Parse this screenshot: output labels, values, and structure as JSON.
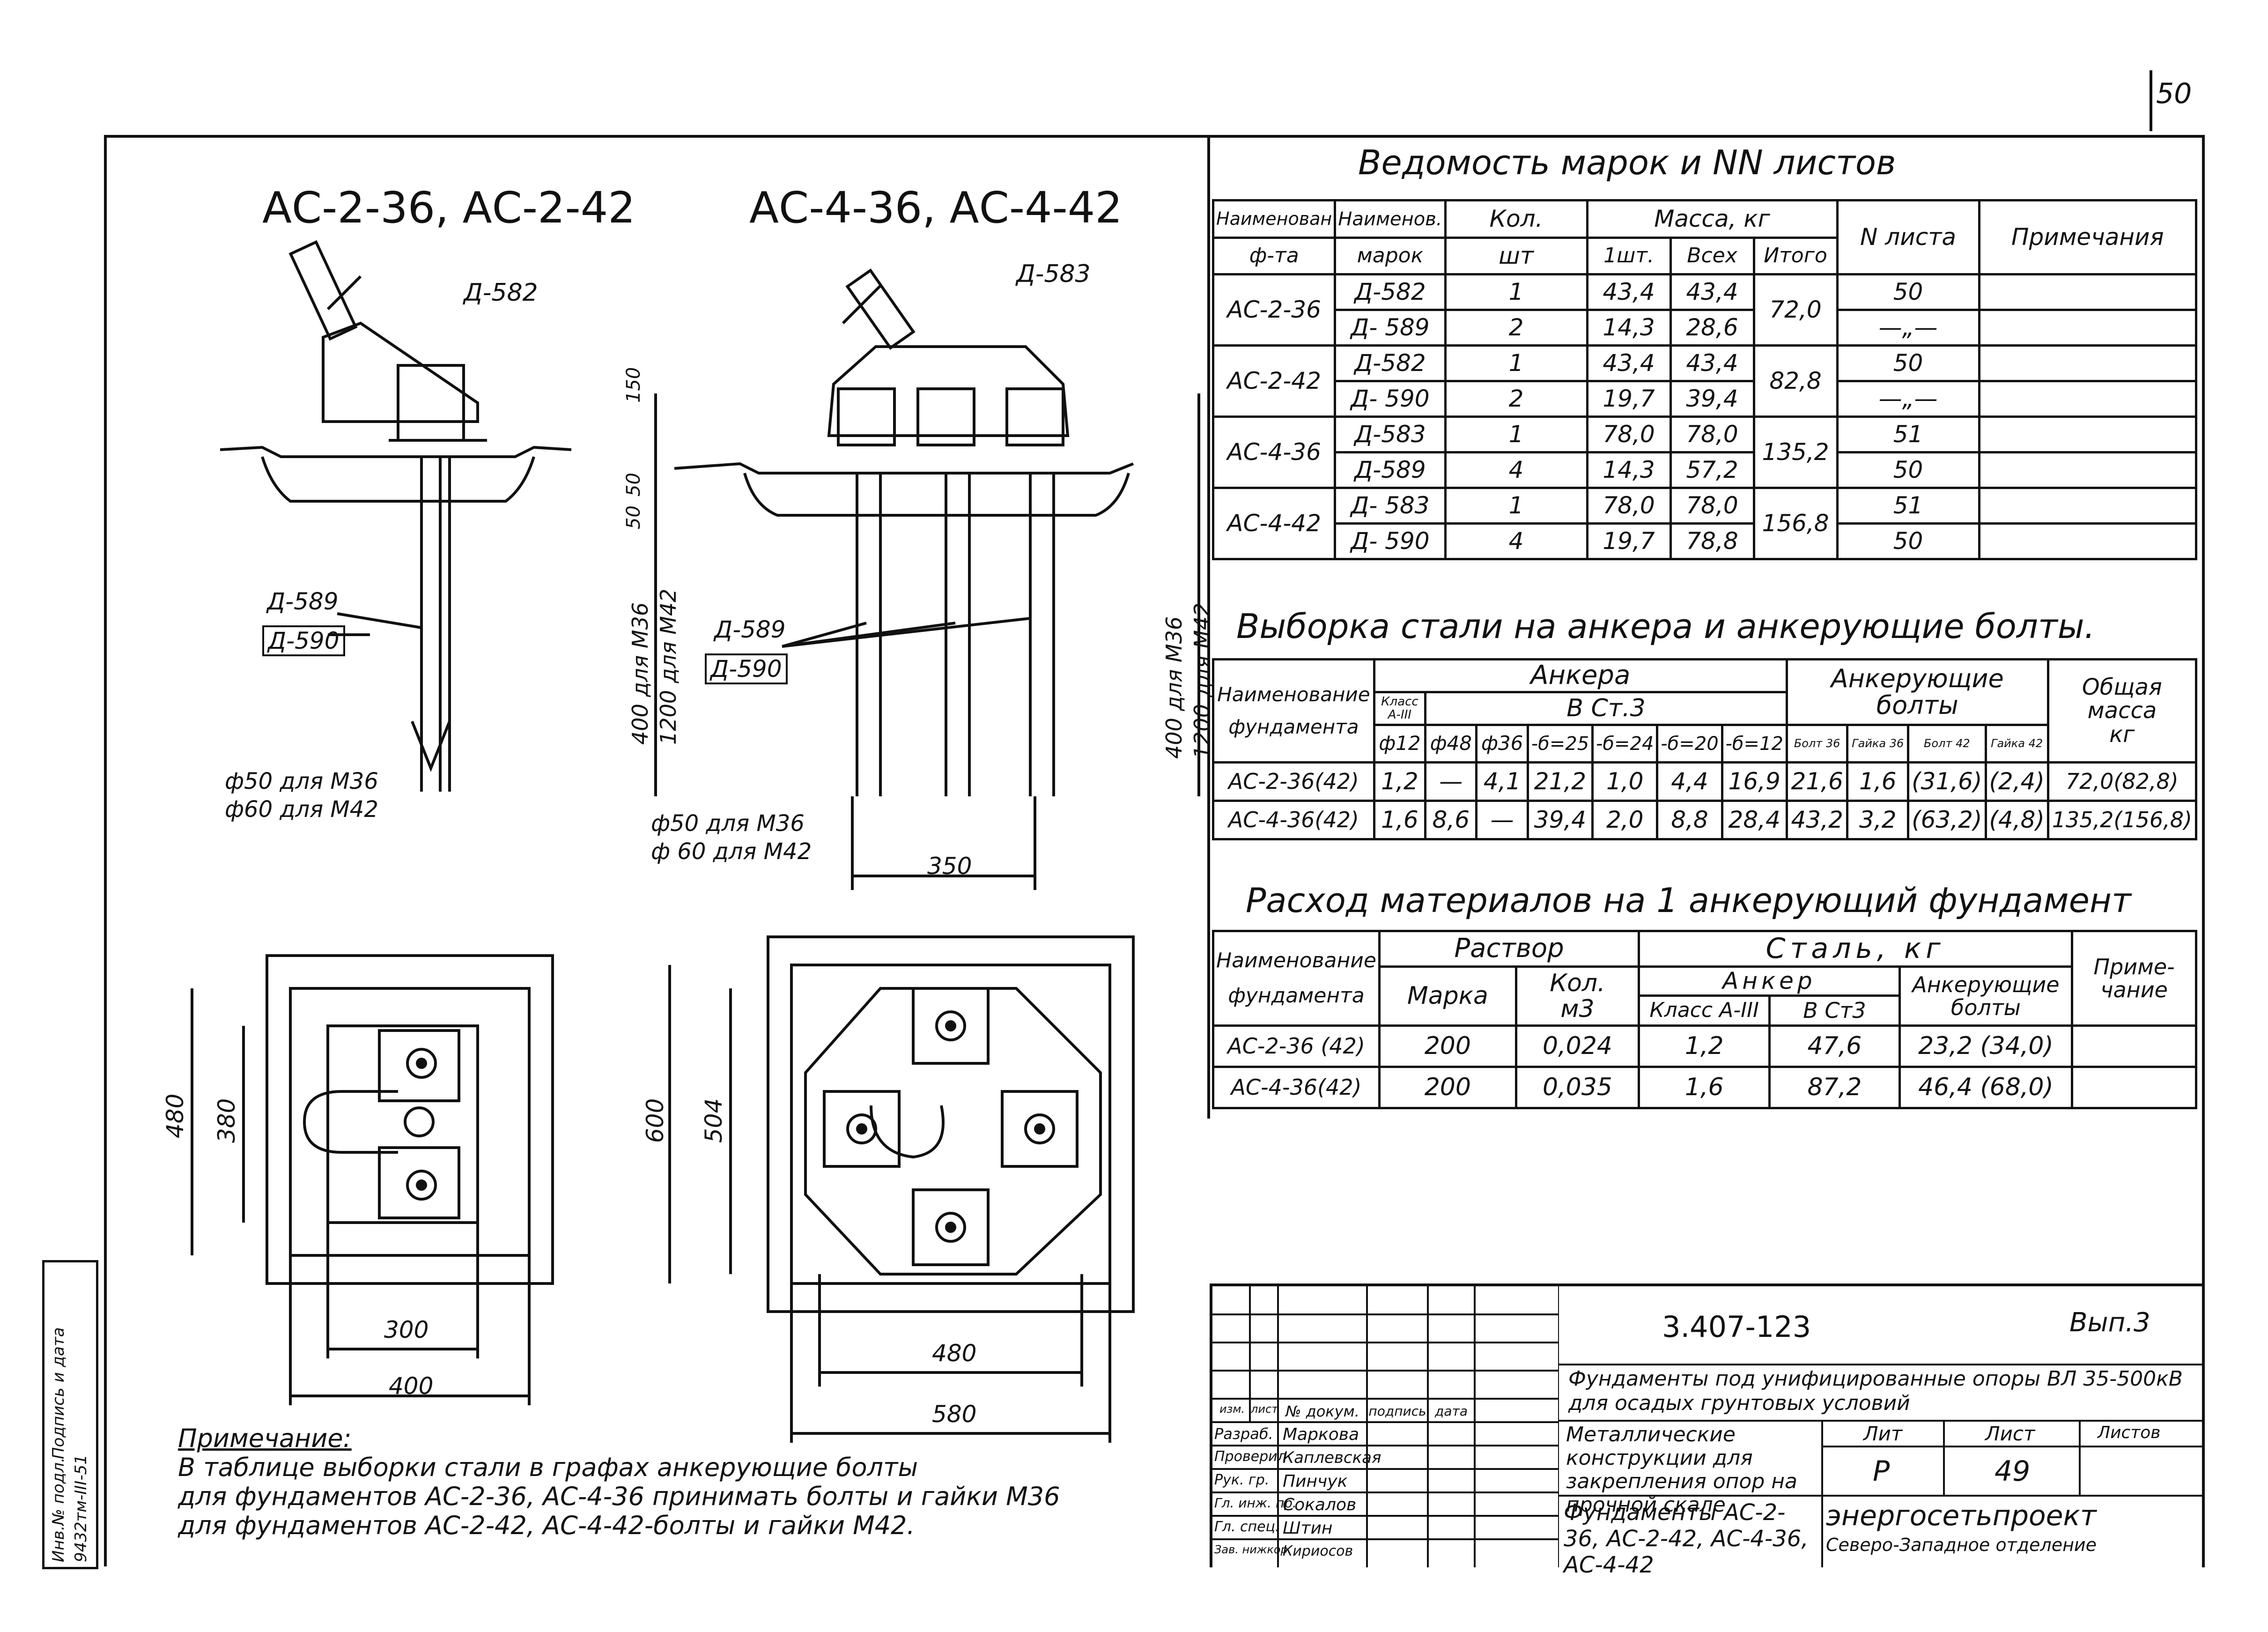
{
  "page_number": "50",
  "drawings": {
    "left_title": "АС-2-36, АС-2-42",
    "right_title": "АС-4-36, АС-4-42",
    "left_top_label": "Д-582",
    "right_top_label": "Д-583",
    "left_labels": [
      "Д-589",
      "Д-590"
    ],
    "right_labels": [
      "Д-589",
      "Д-590"
    ],
    "dim_150": "150",
    "dim_50a": "50",
    "dim_50b": "50",
    "dim_depth_a": "400 для М36",
    "dim_depth_b": "1200 для М42",
    "left_diam_a": "ф50 для М36",
    "left_diam_b": "ф60 для М42",
    "right_diam_a": "ф50 для М36",
    "right_diam_b": "ф 60 для М42",
    "dim_350": "350",
    "plan_left_480": "480",
    "plan_left_380": "380",
    "plan_left_300": "300",
    "plan_left_400": "400",
    "plan_right_600": "600",
    "plan_right_504": "504",
    "plan_right_480": "480",
    "plan_right_580": "580"
  },
  "note": {
    "title": "Примечание:",
    "lines": [
      "В таблице выборки стали в графах анкерующие болты",
      "для фундаментов АС-2-36, АС-4-36 принимать болты и гайки М36",
      "для фундаментов АС-2-42, АС-4-42-болты и гайки М42."
    ]
  },
  "side_stamp": {
    "a": "Инв.№ подл.",
    "b": "Подпись и дата",
    "c": "9432тм-III-51"
  },
  "table1": {
    "title": "Ведомость марок и NN листов",
    "head": {
      "c1a": "Наименован",
      "c1b": "ф-та",
      "c2a": "Наименов.",
      "c2b": "марок",
      "c3a": "Кол.",
      "c3b": "шт",
      "mass": "Масса, кг",
      "m1": "1шт.",
      "m2": "Всех",
      "m3": "Итого",
      "sheet": "N листа",
      "notes": "Примечания"
    },
    "groups": [
      {
        "name": "АС-2-36",
        "total": "72,0",
        "rows": [
          {
            "mark": "Д-582",
            "qty": "1",
            "one": "43,4",
            "all": "43,4",
            "sheet": "50"
          },
          {
            "mark": "Д- 589",
            "qty": "2",
            "one": "14,3",
            "all": "28,6",
            "sheet": "—„—"
          }
        ]
      },
      {
        "name": "АС-2-42",
        "total": "82,8",
        "rows": [
          {
            "mark": "Д-582",
            "qty": "1",
            "one": "43,4",
            "all": "43,4",
            "sheet": "50"
          },
          {
            "mark": "Д- 590",
            "qty": "2",
            "one": "19,7",
            "all": "39,4",
            "sheet": "—„—"
          }
        ]
      },
      {
        "name": "АС-4-36",
        "total": "135,2",
        "rows": [
          {
            "mark": "Д-583",
            "qty": "1",
            "one": "78,0",
            "all": "78,0",
            "sheet": "51"
          },
          {
            "mark": "Д-589",
            "qty": "4",
            "one": "14,3",
            "all": "57,2",
            "sheet": "50"
          }
        ]
      },
      {
        "name": "АС-4-42",
        "total": "156,8",
        "rows": [
          {
            "mark": "Д- 583",
            "qty": "1",
            "one": "78,0",
            "all": "78,0",
            "sheet": "51"
          },
          {
            "mark": "Д- 590",
            "qty": "4",
            "one": "19,7",
            "all": "78,8",
            "sheet": "50"
          }
        ]
      }
    ]
  },
  "table2": {
    "title": "Выборка стали на анкера и анкерующие болты.",
    "head": {
      "name_a": "Наименование",
      "name_b": "фундамента",
      "anchors": "Анкера",
      "klass": "Класс А-III",
      "bst3": "В Ст.3",
      "bolts": "Анкерующие болты",
      "total_a": "Общая",
      "total_b": "масса",
      "total_c": "кг",
      "cols": [
        "ф12",
        "ф48",
        "ф36",
        "-б=25",
        "-б=24",
        "-б=20",
        "-б=12",
        "Болт 36",
        "Гайка 36",
        "Болт 42",
        "Гайка 42"
      ]
    },
    "rows": [
      {
        "name": "АС-2-36(42)",
        "vals": [
          "1,2",
          "—",
          "4,1",
          "21,2",
          "1,0",
          "4,4",
          "16,9",
          "21,6",
          "1,6",
          "(31,6)",
          "(2,4)"
        ],
        "total": "72,0(82,8)"
      },
      {
        "name": "АС-4-36(42)",
        "vals": [
          "1,6",
          "8,6",
          "—",
          "39,4",
          "2,0",
          "8,8",
          "28,4",
          "43,2",
          "3,2",
          "(63,2)",
          "(4,8)"
        ],
        "total": "135,2(156,8)"
      }
    ]
  },
  "table3": {
    "title": "Расход материалов на 1 анкерующий фундамент",
    "head": {
      "name_a": "Наименование",
      "name_b": "фундамента",
      "mortar": "Раствор",
      "grade": "Марка",
      "qty_a": "Кол.",
      "qty_b": "м3",
      "steel": "Сталь, кг",
      "anchor": "Анкер",
      "klass": "Класс А-III",
      "bst3": "В Ст3",
      "bolts_a": "Анкерующие",
      "bolts_b": "болты",
      "notes_a": "Приме-",
      "notes_b": "чание"
    },
    "rows": [
      {
        "name": "АС-2-36 (42)",
        "grade": "200",
        "qty": "0,024",
        "klass": "1,2",
        "bst3": "47,6",
        "bolts": "23,2 (34,0)"
      },
      {
        "name": "АС-4-36(42)",
        "grade": "200",
        "qty": "0,035",
        "klass": "1,6",
        "bst3": "87,2",
        "bolts": "46,4 (68,0)"
      }
    ]
  },
  "title_block": {
    "code": "3.407-123",
    "issue": "Вып.3",
    "description": "Фундаменты под унифицированные опоры ВЛ 35-500кВ для осадых грунтовых условий",
    "headers": [
      "изм.",
      "лист",
      "№ докум.",
      "подпись",
      "дата"
    ],
    "people": [
      {
        "role": "Разраб.",
        "name": "Маркова"
      },
      {
        "role": "Проверил",
        "name": "Каплевская"
      },
      {
        "role": "Рук. гр.",
        "name": "Пинчук"
      },
      {
        "role": "Гл. инж. пр.",
        "name": "Сокалов"
      },
      {
        "role": "Гл. спец.",
        "name": "Штин"
      },
      {
        "role": "Зав. нижкор.",
        "name": "Кириосов"
      }
    ],
    "item_title": "Металлические конструкции для закрепления опор на прочной скале",
    "lit_label": "Лит",
    "sheet_label": "Лист",
    "sheets_label": "Листов",
    "lit": "Р",
    "sheet": "49",
    "bottom_title": "Фундаменты АС-2-36, АС-2-42, АС-4-36, АС-4-42",
    "org": "энергосетьпроект",
    "branch": "Северо-Западное отделение"
  }
}
